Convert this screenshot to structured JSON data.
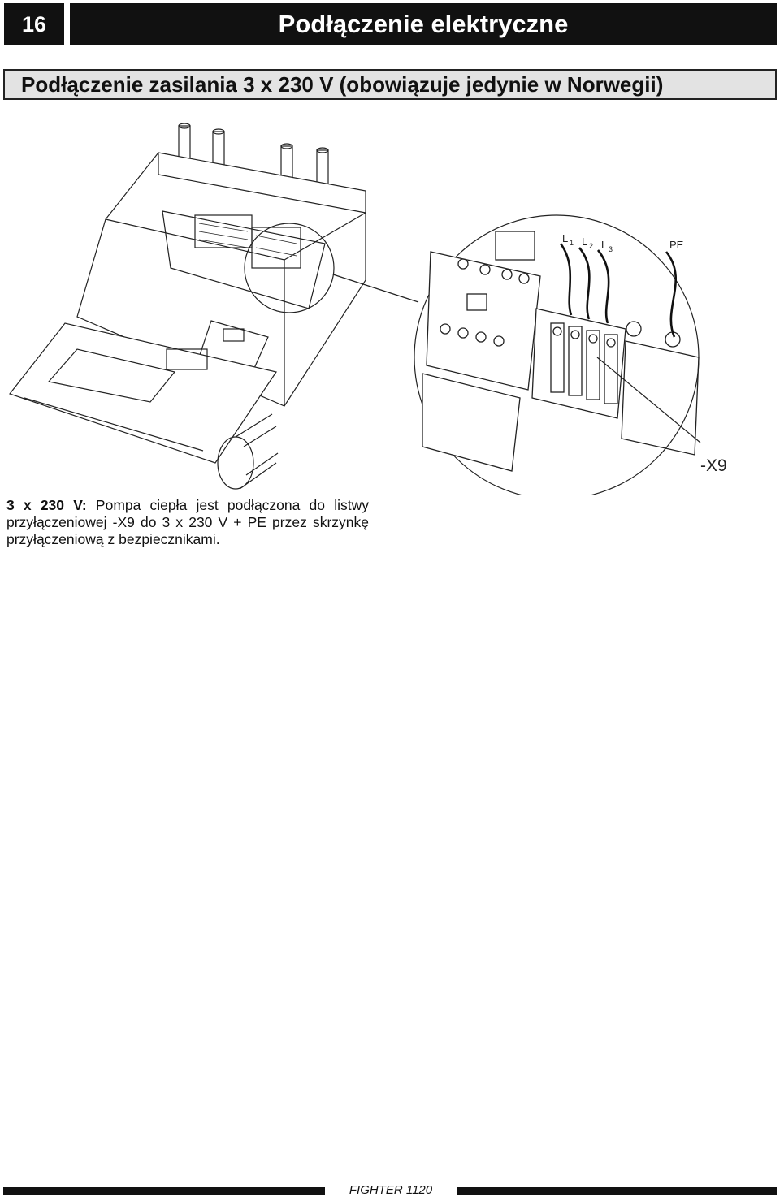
{
  "header": {
    "page_number": "16",
    "title": "Podłączenie elektryczne"
  },
  "section": {
    "title": "Podłączenie zasilania 3 x 230 V (obowiązuje jedynie w Norwegii)"
  },
  "figure": {
    "labels": {
      "l1": "L",
      "l1_sub": "1",
      "l2": "L",
      "l2_sub": "2",
      "l3": "L",
      "l3_sub": "3",
      "pe": "PE",
      "terminal": "-X9"
    }
  },
  "description": {
    "lead": "3 x 230 V:",
    "text": "Pompa ciepła jest podłączona do listwy przyłączeniowej -X9 do 3 x 230 V + PE przez skrzynkę przyłączeniową z bezpiecznikami."
  },
  "footer": {
    "model": "FIGHTER 1120"
  }
}
